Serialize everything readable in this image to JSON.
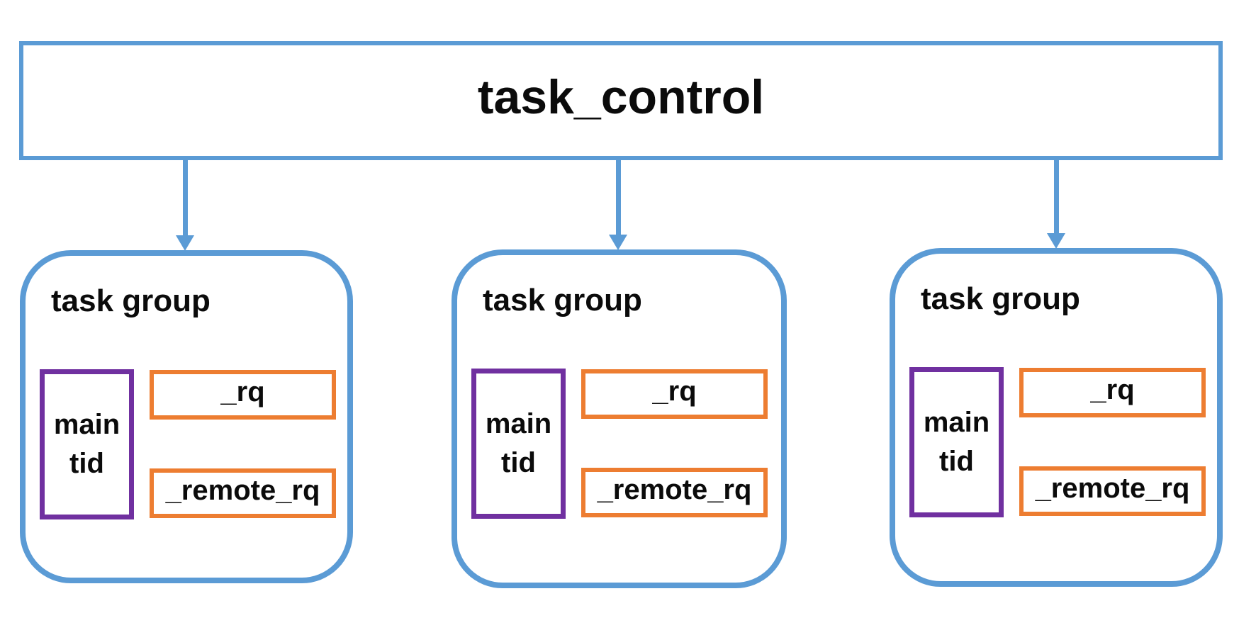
{
  "header": {
    "title": "task_control"
  },
  "colors": {
    "blue": "#5B9BD5",
    "orange": "#ED7D31",
    "purple": "#7030A0",
    "text": "#0b0b0b",
    "background": "#ffffff"
  },
  "icons": {
    "connector": "arrow-down"
  },
  "groups": [
    {
      "title": "task group",
      "main_tid_lines": [
        "main",
        "tid"
      ],
      "rq_label": "_rq",
      "remote_rq_label": "_remote_rq"
    },
    {
      "title": "task group",
      "main_tid_lines": [
        "main",
        "tid"
      ],
      "rq_label": "_rq",
      "remote_rq_label": "_remote_rq"
    },
    {
      "title": "task group",
      "main_tid_lines": [
        "main",
        "tid"
      ],
      "rq_label": "_rq",
      "remote_rq_label": "_remote_rq"
    }
  ]
}
